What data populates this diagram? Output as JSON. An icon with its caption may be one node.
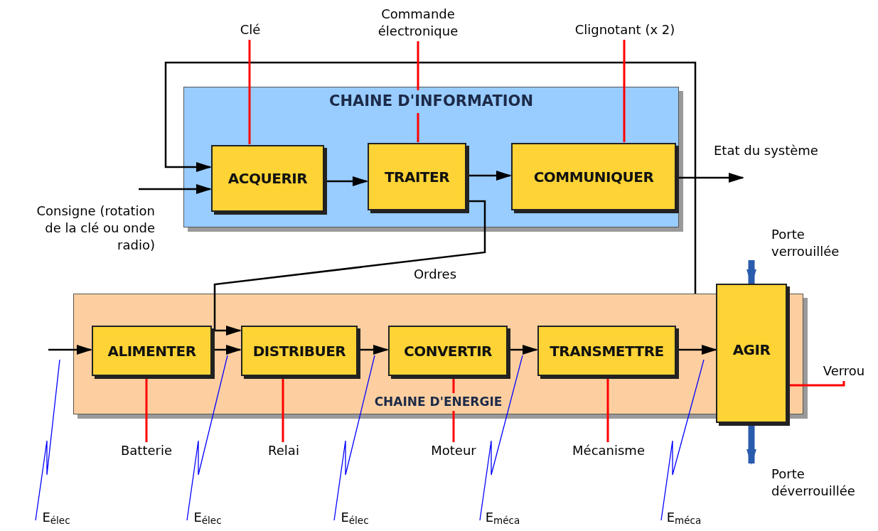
{
  "diagram": {
    "nodes": [
      {
        "text": [
          "CHAINE D'INFORMATION"
        ]
      },
      {
        "text": [
          "ACQUERIR"
        ],
        "in": 0
      },
      {
        "text": [
          "TRAITER"
        ],
        "in": 0
      },
      {
        "text": [
          "COMMUNIQUER"
        ],
        "in": 0
      },
      {
        "text": [
          "CHAINE D'ENERGIE"
        ]
      },
      {
        "text": [
          "ALIMENTER"
        ],
        "in": 4
      },
      {
        "text": [
          "DISTRIBUER"
        ],
        "in": 4
      },
      {
        "text": [
          "CONVERTIR"
        ],
        "in": 4
      },
      {
        "text": [
          "TRANSMETTRE"
        ],
        "in": 4
      },
      {
        "text": [
          "AGIR"
        ]
      },
      {
        "text": [
          "Clé"
        ]
      },
      {
        "text": [
          "Commande électronique"
        ]
      },
      {
        "text": [
          "Clignotant (x 2)"
        ]
      },
      {
        "text": [
          "Batterie"
        ]
      },
      {
        "text": [
          "Relai"
        ]
      },
      {
        "text": [
          "Moteur"
        ]
      },
      {
        "text": [
          "Mécanisme"
        ]
      },
      {
        "text": [
          "Verrou"
        ]
      },
      {
        "text": [
          "E$_{élec}$"
        ]
      },
      {
        "text": [
          "E$_{élec}$"
        ]
      },
      {
        "text": [
          "E$_{élec}$"
        ]
      },
      {
        "text": [
          "E$_{méca}$"
        ]
      },
      {
        "text": [
          "E$_{méca}$"
        ]
      }
    ],
    "edges": [
      {
        "from": 4,
        "to": 1,
        "arrow": "to"
      },
      {
        "from": null,
        "to": 1,
        "arrow": "to"
      },
      {
        "from": 1,
        "to": 2,
        "arrow": "to"
      },
      {
        "from": 2,
        "to": 3,
        "arrow": "to"
      },
      {
        "from": 3,
        "to": null,
        "arrow": "to"
      },
      {
        "from": 2,
        "to": 6,
        "arrow": "to",
        "label": "Ordres"
      },
      {
        "from": null,
        "to": 5,
        "arrow": "to"
      },
      {
        "from": 5,
        "to": 6,
        "arrow": "to"
      },
      {
        "from": 6,
        "to": 7,
        "arrow": "to"
      },
      {
        "from": 7,
        "to": 8,
        "arrow": "to"
      },
      {
        "from": 8,
        "to": 9,
        "arrow": "to"
      },
      {
        "from": 10,
        "to": 1,
        "arrow": "none",
        "color": "#ff0000"
      },
      {
        "from": 11,
        "to": 2,
        "arrow": "none",
        "color": "#ff0000"
      },
      {
        "from": 12,
        "to": 3,
        "arrow": "none",
        "color": "#ff0000"
      },
      {
        "from": 13,
        "to": 5,
        "arrow": "none",
        "color": "#ff0000"
      },
      {
        "from": 14,
        "to": 6,
        "arrow": "none",
        "color": "#ff0000"
      },
      {
        "from": 15,
        "to": 7,
        "arrow": "none",
        "color": "#ff0000"
      },
      {
        "from": 16,
        "to": 8,
        "arrow": "none",
        "color": "#ff0000"
      },
      {
        "from": 17,
        "to": 9,
        "arrow": "none",
        "color": "#ff0000"
      },
      {
        "from": null,
        "to": 9,
        "arrow": "to",
        "style": "thick",
        "color": "#2a5cae"
      },
      {
        "from": 9,
        "to": null,
        "arrow": "to",
        "style": "thick",
        "color": "#2a5cae"
      },
      {
        "from": 18,
        "to": null,
        "arrow": "none",
        "color": "#0000ff"
      },
      {
        "from": 19,
        "to": null,
        "arrow": "none",
        "color": "#0000ff"
      },
      {
        "from": 20,
        "to": null,
        "arrow": "none",
        "color": "#0000ff"
      },
      {
        "from": 21,
        "to": null,
        "arrow": "none",
        "color": "#0000ff"
      },
      {
        "from": 22,
        "to": null,
        "arrow": "none",
        "color": "#0000ff"
      }
    ],
    "labels": [
      "Etat du système",
      "Consigne (rotation de la clé ou onde radio)",
      "Porte verrouillée",
      "Porte déverrouillée"
    ]
  }
}
